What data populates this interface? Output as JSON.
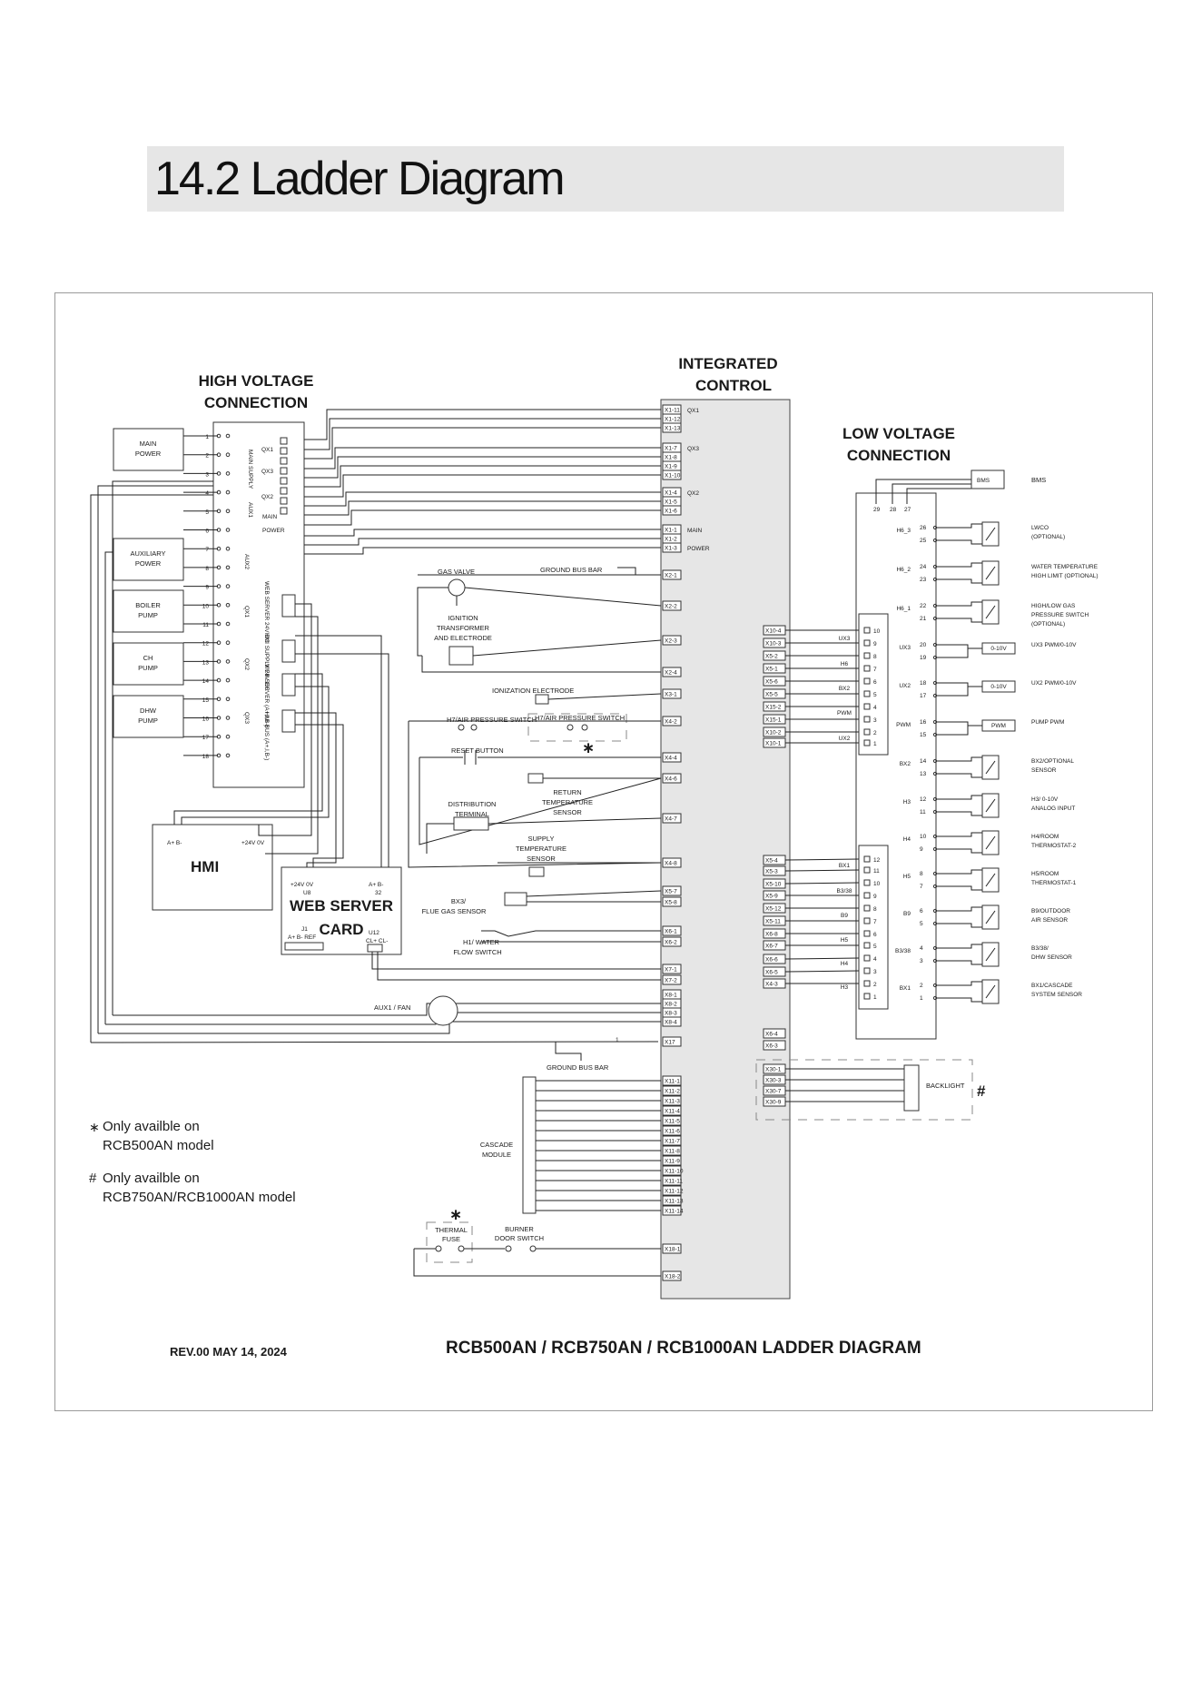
{
  "page": {
    "title": "14.2 Ladder Diagram"
  },
  "diagram": {
    "headings": {
      "high_voltage": [
        "HIGH VOLTAGE",
        "CONNECTION"
      ],
      "integrated": [
        "INTEGRATED",
        "CONTROL"
      ],
      "low_voltage": [
        "LOW VOLTAGE",
        "CONNECTION"
      ]
    },
    "hv_devices": [
      {
        "lines": [
          "MAIN",
          "POWER"
        ]
      },
      {
        "lines": [
          "AUXILIARY",
          "POWER"
        ]
      },
      {
        "lines": [
          "BOILER",
          "PUMP"
        ]
      },
      {
        "lines": [
          "CH",
          "PUMP"
        ]
      },
      {
        "lines": [
          "DHW",
          "PUMP"
        ]
      }
    ],
    "hv_terminal_labels": [
      "MAIN SUPPLY",
      "QX1",
      "QX3",
      "QX2",
      "AUX1",
      "MAIN",
      "POWER",
      "AUX2",
      "QX1",
      "QX2",
      "QX3"
    ],
    "hv_vertical_labels": [
      "WEB SERVER 24V DC",
      "HMI SUPPLY 24V DC",
      "WEB SERVER (A+,I,B-)",
      "HMI BUS (A+,I,B-)"
    ],
    "hv_terminal_numbers": [
      "1",
      "2",
      "3",
      "4",
      "5",
      "6",
      "7",
      "8",
      "9",
      "10",
      "11",
      "12",
      "13",
      "14",
      "15",
      "16",
      "17",
      "18"
    ],
    "hmi": {
      "title": "HMI",
      "pins_left": "A+  B-",
      "pins_right": "+24V  0V"
    },
    "web_server": {
      "title_1": "WEB SERVER",
      "title_2": "CARD",
      "pins_top_left": "+24V  0V",
      "sub_left": "U8",
      "pins_top_right": "A+  B-",
      "sub_right": "32",
      "j1": "J1",
      "j1_pins": "A+  B-  REF",
      "u12": "U12",
      "u12_pins": "CL+ CL-"
    },
    "ic_top_pins": [
      {
        "label": "X1-11",
        "group": "QX1"
      },
      {
        "label": "X1-12",
        "group": ""
      },
      {
        "label": "X1-13",
        "group": ""
      },
      {
        "label": "X1-7",
        "group": "QX3"
      },
      {
        "label": "X1-8",
        "group": ""
      },
      {
        "label": "X1-9",
        "group": ""
      },
      {
        "label": "X1-10",
        "group": ""
      },
      {
        "label": "X1-4",
        "group": "QX2"
      },
      {
        "label": "X1-5",
        "group": ""
      },
      {
        "label": "X1-6",
        "group": ""
      },
      {
        "label": "X1-1",
        "group": "MAIN"
      },
      {
        "label": "X1-2",
        "group": ""
      },
      {
        "label": "X1-3",
        "group": "POWER"
      }
    ],
    "ic_mid_pins": [
      "X2-1",
      "X2-2",
      "X2-3",
      "X2-4",
      "X3-1",
      "X4-2",
      "X4-4",
      "X4-6",
      "X4-7",
      "X4-8",
      "X5-7",
      "X5-8",
      "X6-1",
      "X6-2",
      "X7-1",
      "X7-2",
      "X8-1",
      "X8-2",
      "X8-3",
      "X8-4",
      "X17"
    ],
    "ic_cascade_pins": [
      "X11-1",
      "X11-2",
      "X11-3",
      "X11-4",
      "X11-5",
      "X11-6",
      "X11-7",
      "X11-8",
      "X11-9",
      "X11-10",
      "X11-11",
      "X11-12",
      "X11-13",
      "X11-14"
    ],
    "ic_bottom_pins": [
      "X18-1",
      "X18-2"
    ],
    "ic_right_pins_top": [
      "X10-4",
      "X10-3",
      "X5-2",
      "X5-1",
      "X5-6",
      "X5-5",
      "X15-2",
      "X15-1",
      "X10-2",
      "X10-1"
    ],
    "ic_right_pins_bottom": [
      "X5-4",
      "X5-3",
      "X5-10",
      "X5-9",
      "X5-12",
      "X5-11",
      "X6-8",
      "X6-7",
      "X6-6",
      "X6-5",
      "X4-3"
    ],
    "ic_right_pins_lower": [
      "X6-4",
      "X6-3"
    ],
    "backlight_pins": [
      "X30-1",
      "X30-3",
      "X30-7",
      "X30-9"
    ],
    "mid_labels": {
      "gas_valve": "GAS VALVE",
      "ground_bus_bar": "GROUND BUS BAR",
      "ignition": [
        "IGNITION",
        "TRANSFORMER",
        "AND ELECTRODE"
      ],
      "ionization": "IONIZATION ELECTRODE",
      "h7_switch": "H7/AIR PRESSURE SWITCH",
      "h7_switch_opt": "H7/AIR PRESSURE SWITCH",
      "reset": "RESET BUTTON",
      "return_temp": [
        "RETURN",
        "TEMPERATURE",
        "SENSOR"
      ],
      "distribution": [
        "DISTRIBUTION",
        "TERMINAL"
      ],
      "supply_temp": [
        "SUPPLY",
        "TEMPERATURE",
        "SENSOR"
      ],
      "flue": [
        "BX3/",
        "FLUE GAS SENSOR"
      ],
      "water_flow": [
        "H1/ WATER",
        "FLOW SWITCH"
      ],
      "fan": "AUX1 / FAN",
      "ground_bus_bar_2": "GROUND BUS BAR",
      "cascade": [
        "CASCADE",
        "MODULE"
      ],
      "thermal": [
        "THERMAL",
        "FUSE"
      ],
      "burner": [
        "BURNER",
        "DOOR SWITCH"
      ],
      "x17_num": "1"
    },
    "connector_top_labels": [
      "UX3",
      "H6",
      "BX2",
      "PWM",
      "UX2"
    ],
    "connector_bottom_labels": [
      "BX1",
      "B3/38",
      "B9",
      "H5",
      "H4",
      "H3"
    ],
    "connector_top_nums": [
      "10",
      "9",
      "8",
      "7",
      "6",
      "5",
      "4",
      "3",
      "2",
      "1"
    ],
    "connector_bottom_nums": [
      "12",
      "11",
      "10",
      "9",
      "8",
      "7",
      "6",
      "5",
      "4",
      "3",
      "2",
      "1"
    ],
    "bms": {
      "label": "BMS",
      "name": "BMS",
      "terms": [
        "29",
        "28",
        "27"
      ]
    },
    "lv_terminals": [
      {
        "group": "H6_3",
        "n1": "26",
        "n2": "25",
        "box": "",
        "desc": [
          "LWCO",
          "(OPTIONAL)"
        ]
      },
      {
        "group": "H6_2",
        "n1": "24",
        "n2": "23",
        "box": "",
        "desc": [
          "WATER TEMPERATURE",
          "HIGH LIMIT (OPTIONAL)"
        ]
      },
      {
        "group": "H6_1",
        "n1": "22",
        "n2": "21",
        "box": "",
        "desc": [
          "HIGH/LOW GAS",
          "PRESSURE SWITCH",
          "(OPTIONAL)"
        ]
      },
      {
        "group": "UX3",
        "n1": "20",
        "n2": "19",
        "box": "0-10V",
        "desc": [
          "UX3 PWM/0-10V"
        ]
      },
      {
        "group": "UX2",
        "n1": "18",
        "n2": "17",
        "box": "0-10V",
        "desc": [
          "UX2 PWM/0-10V"
        ]
      },
      {
        "group": "PWM",
        "n1": "16",
        "n2": "15",
        "box": "PWM",
        "desc": [
          "PUMP PWM"
        ]
      },
      {
        "group": "BX2",
        "n1": "14",
        "n2": "13",
        "box": "",
        "desc": [
          "BX2/OPTIONAL",
          "SENSOR"
        ]
      },
      {
        "group": "H3",
        "n1": "12",
        "n2": "11",
        "box": "",
        "desc": [
          "H3/ 0-10V",
          "ANALOG INPUT"
        ]
      },
      {
        "group": "H4",
        "n1": "10",
        "n2": "9",
        "box": "",
        "desc": [
          "H4/ROOM",
          "THERMOSTAT-2"
        ]
      },
      {
        "group": "H5",
        "n1": "8",
        "n2": "7",
        "box": "",
        "desc": [
          "H5/ROOM",
          "THERMOSTAT-1"
        ]
      },
      {
        "group": "B9",
        "n1": "6",
        "n2": "5",
        "box": "",
        "desc": [
          "B9/OUTDOOR",
          "AIR SENSOR"
        ]
      },
      {
        "group": "B3/38",
        "n1": "4",
        "n2": "3",
        "box": "",
        "desc": [
          "B3/38/",
          "DHW SENSOR"
        ]
      },
      {
        "group": "BX1",
        "n1": "2",
        "n2": "1",
        "box": "",
        "desc": [
          "BX1/CASCADE",
          "SYSTEM SENSOR"
        ]
      }
    ],
    "backlight": {
      "label": "BACKLIGHT",
      "mark": "#"
    },
    "notes": [
      {
        "symbol": "∗",
        "line1": "Only availble on",
        "line2": "RCB500AN model"
      },
      {
        "symbol": "#",
        "line1": "Only availble on",
        "line2": "RCB750AN/RCB1000AN model"
      }
    ],
    "asterisk": "∗",
    "revision": "REV.00 MAY 14, 2024",
    "footer_title": "RCB500AN / RCB750AN / RCB1000AN LADDER DIAGRAM"
  }
}
